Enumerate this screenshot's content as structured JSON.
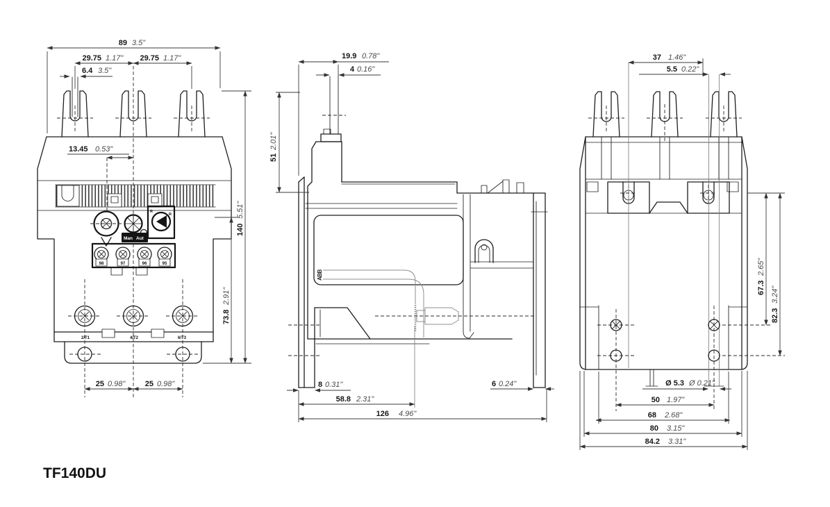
{
  "title": "TF140DU",
  "brand": "ABB",
  "colors": {
    "line": "#1c1c1c",
    "dim": "#3a3a3a",
    "inch_text": "#4a4a4a",
    "light": "#8f8f8f"
  },
  "front": {
    "d89": {
      "mm": "89",
      "in": "3.5\""
    },
    "d2975a": {
      "mm": "29.75",
      "in": "1.17\""
    },
    "d2975b": {
      "mm": "29.75",
      "in": "1.17\""
    },
    "d64": {
      "mm": "6.4",
      "in": "3.5\""
    },
    "d1345": {
      "mm": "13.45",
      "in": "0.53\""
    },
    "d25a": {
      "mm": "25",
      "in": "0.98\""
    },
    "d25b": {
      "mm": "25",
      "in": "0.98\""
    },
    "d738": {
      "mm": "73.8",
      "in": "2.91\""
    },
    "d140": {
      "mm": "140",
      "in": "5.51\""
    },
    "man": "Man",
    "aut": "Aut",
    "r1": "R",
    "r2": "R",
    "t98": "98",
    "t97": "97",
    "t96": "96",
    "t95": "95",
    "t1": "2/T1",
    "t2": "4/T2",
    "t3": "6/T3"
  },
  "side": {
    "d199": {
      "mm": "19.9",
      "in": "0.78\""
    },
    "d4": {
      "mm": "4",
      "in": "0.16\""
    },
    "d51": {
      "mm": "51",
      "in": "2.01\""
    },
    "d8": {
      "mm": "8",
      "in": "0.31\""
    },
    "d588": {
      "mm": "58.8",
      "in": "2.31\""
    },
    "d126": {
      "mm": "126",
      "in": "4.96\""
    },
    "d6": {
      "mm": "6",
      "in": "0.24\""
    }
  },
  "rear": {
    "d37": {
      "mm": "37",
      "in": "1.46\""
    },
    "d55": {
      "mm": "5.5",
      "in": "0.22\""
    },
    "d53": {
      "mm": "Ø 5.3",
      "in": "Ø 0.21\""
    },
    "d50": {
      "mm": "50",
      "in": "1.97\""
    },
    "d68": {
      "mm": "68",
      "in": "2.68\""
    },
    "d80": {
      "mm": "80",
      "in": "3.15\""
    },
    "d842": {
      "mm": "84.2",
      "in": "3.31\""
    },
    "d673": {
      "mm": "67.3",
      "in": "2.65\""
    },
    "d823": {
      "mm": "82.3",
      "in": "3.24\""
    }
  }
}
